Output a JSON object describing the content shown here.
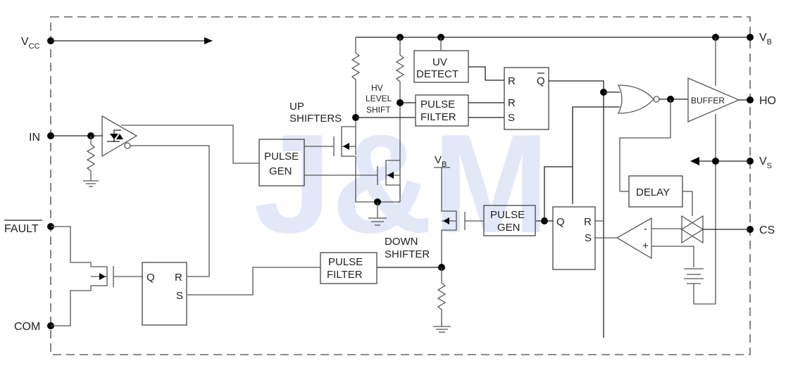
{
  "watermark": "J&M",
  "pins": {
    "vcc": {
      "main": "V",
      "sub": "CC"
    },
    "in": "IN",
    "fault": "FAULT",
    "com": "COM",
    "vb": {
      "main": "V",
      "sub": "B"
    },
    "ho": "HO",
    "vs": {
      "main": "V",
      "sub": "S"
    },
    "cs": "CS"
  },
  "blocks": {
    "uv_detect": [
      "UV",
      "DETECT"
    ],
    "pulse_filter_top": [
      "PULSE",
      "FILTER"
    ],
    "pulse_gen_left": [
      "PULSE",
      "GEN"
    ],
    "pulse_gen_right": [
      "PULSE",
      "GEN"
    ],
    "pulse_filter_bottom": [
      "PULSE",
      "FILTER"
    ],
    "delay": "DELAY",
    "buffer": "BUFFER"
  },
  "labels": {
    "hv_level_shift": [
      "HV",
      "LEVEL",
      "SHIFT"
    ],
    "up_shifters": [
      "UP",
      "SHIFTERS"
    ],
    "down_shifter": [
      "DOWN",
      "SHIFTER"
    ],
    "vb_internal": {
      "main": "V",
      "sub": "B"
    }
  },
  "flipflops": {
    "top": {
      "r1": "R",
      "r2": "R",
      "s": "S",
      "qbar": "Q"
    },
    "right": {
      "q": "Q",
      "r": "R",
      "s": "S"
    },
    "fault": {
      "q": "Q",
      "r": "R",
      "s": "S"
    }
  },
  "comparator": {
    "minus": "-",
    "plus": "+"
  }
}
